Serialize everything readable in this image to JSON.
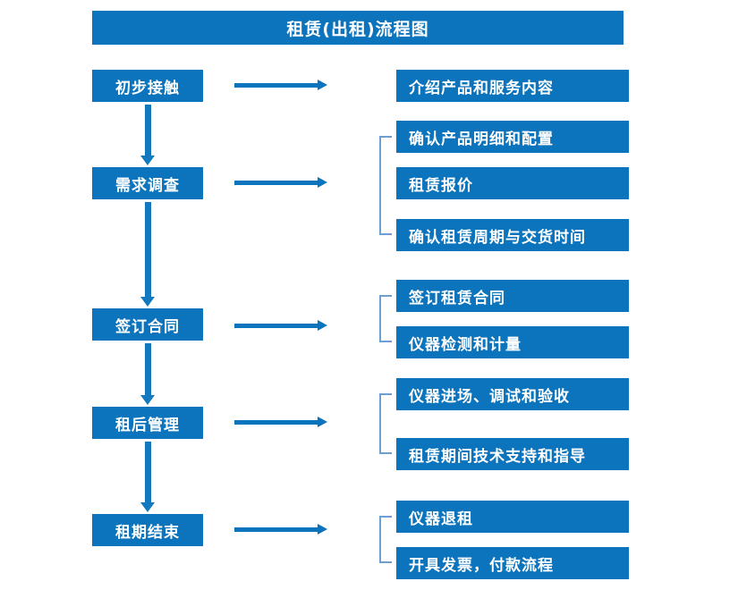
{
  "diagram": {
    "title": "租赁(出租)流程图",
    "colors": {
      "box_fill": "#0b74bc",
      "box_text": "#ffffff",
      "arrow": "#0b74bc",
      "bracket": "#6f9ed0",
      "background": "#ffffff"
    },
    "stages": [
      {
        "label": "初步接触"
      },
      {
        "label": "需求调查"
      },
      {
        "label": "签订合同"
      },
      {
        "label": "租后管理"
      },
      {
        "label": "租期结束"
      }
    ],
    "details": [
      {
        "label": "介绍产品和服务内容"
      },
      {
        "label": "确认产品明细和配置"
      },
      {
        "label": "租赁报价"
      },
      {
        "label": "确认租赁周期与交货时间"
      },
      {
        "label": "签订租赁合同"
      },
      {
        "label": "仪器检测和计量"
      },
      {
        "label": "仪器进场、调试和验收"
      },
      {
        "label": "租赁期间技术支持和指导"
      },
      {
        "label": "仪器退租"
      },
      {
        "label": "开具发票，付款流程"
      }
    ],
    "connectors": {
      "vertical_arrow_count": 4,
      "horizontal_arrow_count": 5,
      "bracket_count": 4
    }
  }
}
